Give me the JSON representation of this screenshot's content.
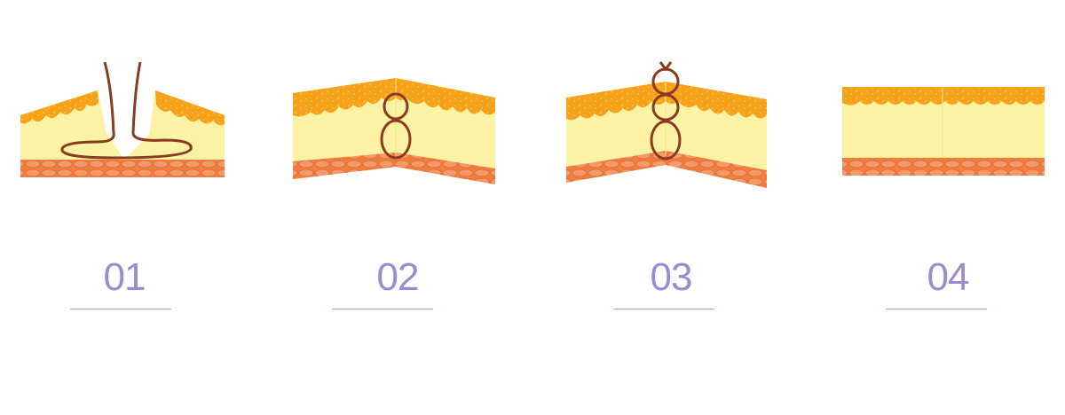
{
  "steps": [
    {
      "number": "01",
      "illustration": "skin-layers-suture-loop-open"
    },
    {
      "number": "02",
      "illustration": "skin-layers-two-loops-closed"
    },
    {
      "number": "03",
      "illustration": "skin-layers-three-loops-tied"
    },
    {
      "number": "04",
      "illustration": "skin-layers-healed-flat"
    }
  ],
  "colors": {
    "epidermis": "#f7a21b",
    "epidermis_highlight": "#fbc24a",
    "dermis": "#fbf3a3",
    "muscle": "#ef7e3f",
    "muscle_cell": "#f39a6a",
    "suture": "#8a3a1e",
    "number": "#9b8bd0",
    "rule": "#a99ad6"
  }
}
